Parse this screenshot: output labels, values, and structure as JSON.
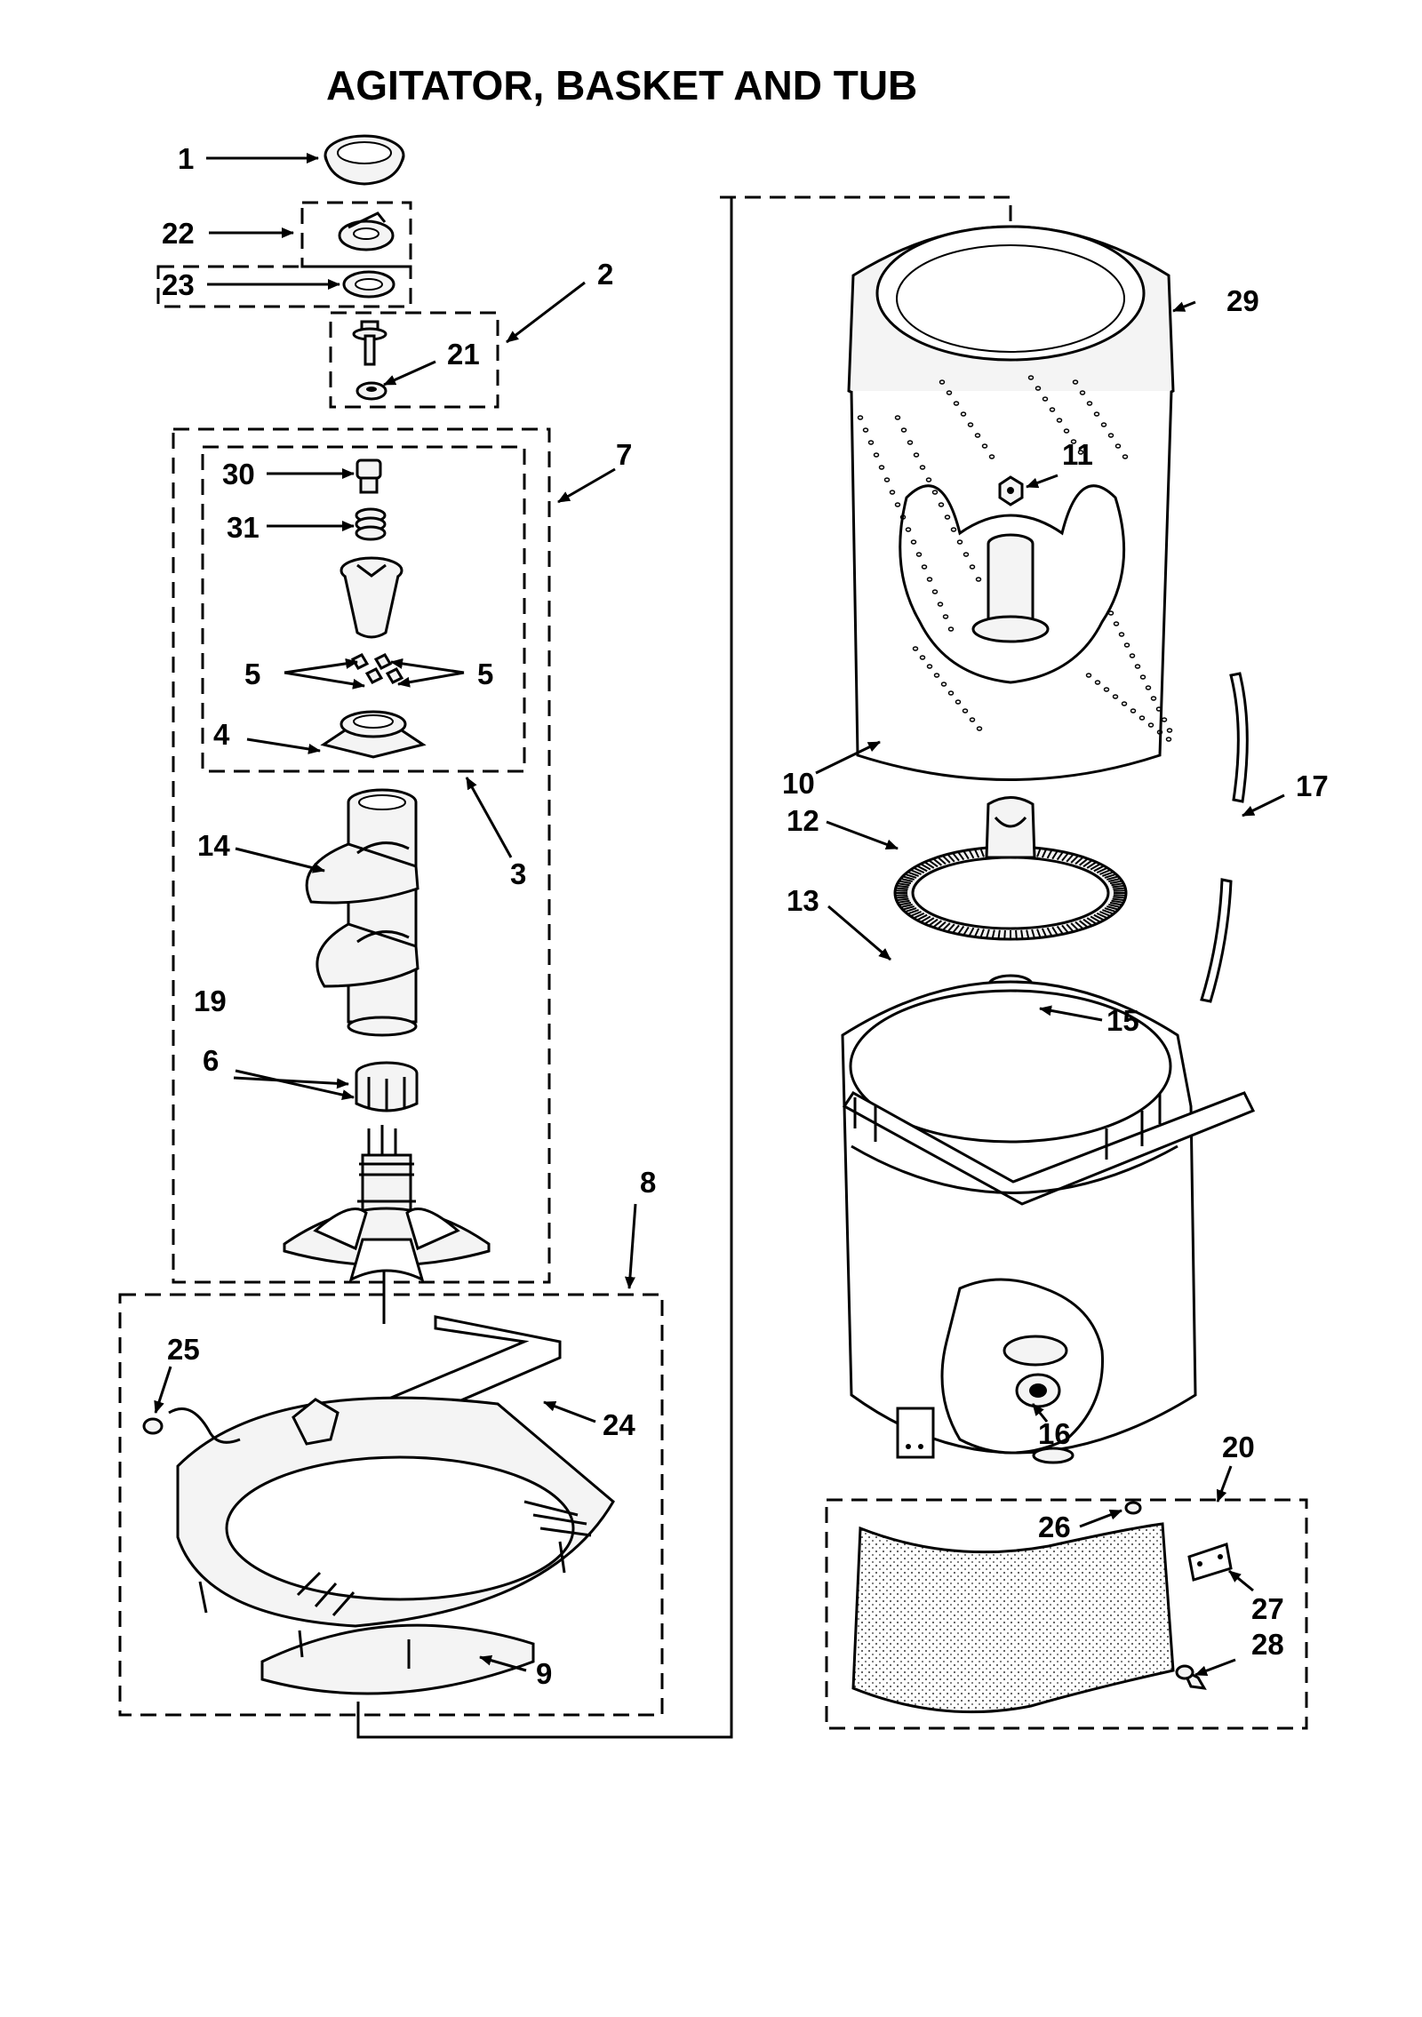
{
  "title": "AGITATOR, BASKET AND TUB",
  "callouts": {
    "c1": "1",
    "c2": "2",
    "c3": "3",
    "c4": "4",
    "c5a": "5",
    "c5b": "5",
    "c6": "6",
    "c7": "7",
    "c8": "8",
    "c9": "9",
    "c10": "10",
    "c11": "11",
    "c12": "12",
    "c13": "13",
    "c14": "14",
    "c15": "15",
    "c16": "16",
    "c17": "17",
    "c19": "19",
    "c20": "20",
    "c21": "21",
    "c22": "22",
    "c23": "23",
    "c24": "24",
    "c25": "25",
    "c26": "26",
    "c27": "27",
    "c28": "28",
    "c29": "29",
    "c30": "30",
    "c31": "31"
  }
}
